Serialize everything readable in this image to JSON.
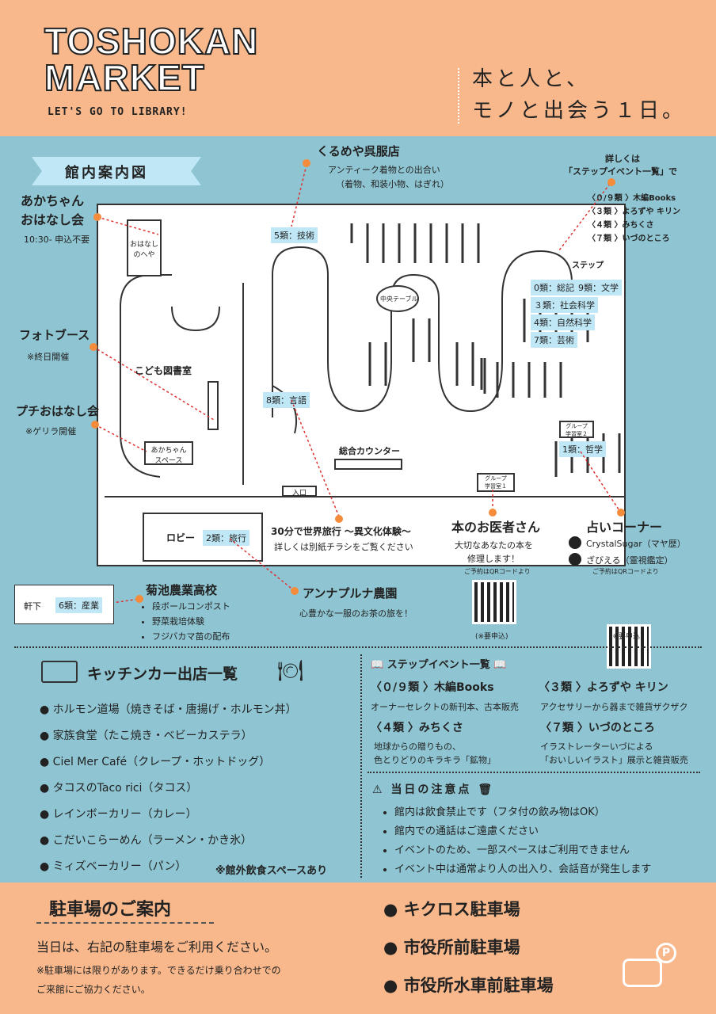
{
  "header": {
    "title_line1": "TOSHOKAN",
    "title_line2": "MARKET",
    "tagline": "LET'S GO TO LIBRARY!",
    "slogan_line1": "本と人と、",
    "slogan_line2": "モノと出会う１日。"
  },
  "map": {
    "section_title": "館内案内図",
    "rooms": {
      "ohanashi": "おはなし\nのへや",
      "kodomo": "こども図書室",
      "akachan_space": "あかちゃん\nスペース",
      "entrance": "入口",
      "counter": "総合カウンター",
      "center_table": "中央テーブル",
      "group1": "グループ\n学習室１",
      "group2": "グループ\n学習室２",
      "lobby": "ロビー",
      "step": "ステップ",
      "nokishita": "軒下"
    },
    "labels": {
      "c5": "5類：技術",
      "c0": "0類：総記",
      "c9": "9類：文学",
      "c3": "３類：社会科学",
      "c4": "4類：自然科学",
      "c7": "7類：芸術",
      "c8": "8類：言語",
      "c1": "1類：哲学",
      "c2": "2類：旅行",
      "c6": "6類：産業"
    }
  },
  "callouts": {
    "akachan": {
      "title_1": "あかちゃん",
      "title_2": "おはなし会",
      "note": "10:30- 申込不要"
    },
    "photo": {
      "title": "フォトブース",
      "note": "※終日開催"
    },
    "puchi": {
      "title": "プチおはなし会",
      "note": "※ゲリラ開催"
    },
    "kurumeya": {
      "title": "くるめや呉服店",
      "line1": "アンティーク着物との出合い",
      "line2": "（着物、和装小物、はぎれ）"
    },
    "step_info": {
      "line1": "詳しくは",
      "line2": "「ステップイベント一覧」で",
      "items": [
        "〈０/９類 〉木編Books",
        "〈３類 〉よろずや キリン",
        "〈４類 〉みちくさ",
        "〈７類 〉いづのところ"
      ]
    },
    "sekai": {
      "title": "30分で世界旅行 〜異文化体験〜",
      "note": "詳しくは別紙チラシをご覧ください"
    },
    "isha": {
      "title": "本のお医者さん",
      "line1": "大切なあなたの本を",
      "line2": "修理します！",
      "qr_note": "ご予約はQRコードより",
      "apply": "(※要申込)"
    },
    "uranai": {
      "title": "占いコーナー",
      "person1": "CrystalSugar（マヤ歴）",
      "person2": "ざびえる（霊視鑑定）",
      "qr_note": "ご予約はQRコードより",
      "apply": "(※要申込)"
    },
    "kikuchi": {
      "title": "菊池農業高校",
      "items": [
        "段ボールコンポスト",
        "野菜栽培体験",
        "フジバカマ苗の配布"
      ]
    },
    "annapurna": {
      "title": "アンナプルナ農園",
      "note": "心豊かな一服のお茶の旅を！"
    }
  },
  "kitchen": {
    "title": "キッチンカー出店一覧",
    "items": [
      "ホルモン道場（焼きそば・唐揚げ・ホルモン丼）",
      "家族食堂（たこ焼き・ベビーカステラ）",
      "Ciel Mer Café（クレープ・ホットドッグ）",
      "タコスのTaco rici（タコス）",
      "レインボーカリー（カレー）",
      "こだいこらーめん（ラーメン・かき氷）",
      "ミィズベーカリー（パン）"
    ],
    "note": "※館外飲食スペースあり"
  },
  "step_events": {
    "title": "ステップイベント一覧",
    "events": [
      {
        "name": "〈０/９類 〉木編Books",
        "desc1": "オーナーセレクトの新刊本、古本販売",
        "desc2": ""
      },
      {
        "name": "〈３類 〉よろずや キリン",
        "desc1": "アクセサリーから器まで雑貨ザクザク",
        "desc2": ""
      },
      {
        "name": "〈４類 〉みちくさ",
        "desc1": "地球からの贈りもの、",
        "desc2": "色とりどりのキラキラ「鉱物」"
      },
      {
        "name": "〈７類 〉いづのところ",
        "desc1": "イラストレーターいづによる",
        "desc2": "「おいしいイラスト」展示と雑貨販売"
      }
    ]
  },
  "notices": {
    "title": "当日の注意点",
    "items": [
      "館内は飲食禁止です（フタ付の飲み物はOK）",
      "館内での通話はご遠慮ください",
      "イベントのため、一部スペースはご利用できません",
      "イベント中は通常より人の出入り、会話音が発生します"
    ]
  },
  "parking": {
    "title": "駐車場のご案内",
    "line1": "当日は、右記の駐車場をご利用ください。",
    "line2": "※駐車場には限りがあります。できるだけ乗り合わせでの",
    "line3": "ご来館にご協力ください。",
    "lots": [
      "キクロス駐車場",
      "市役所前駐車場",
      "市役所水車前駐車場"
    ]
  }
}
